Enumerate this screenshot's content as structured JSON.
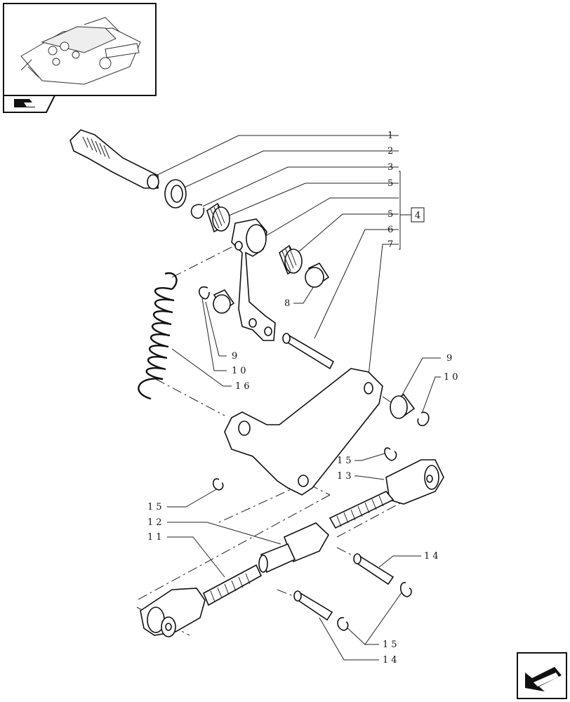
{
  "thumbnail": {
    "icon": "transmission-housing-thumbnail"
  },
  "nav_tab_icon": "book-tab-icon",
  "next_page_icon": "arrow-next-page-icon",
  "assembly_ref": "4",
  "callouts": [
    {
      "id": "c1",
      "text": "1"
    },
    {
      "id": "c2",
      "text": "2"
    },
    {
      "id": "c3",
      "text": "3"
    },
    {
      "id": "c5a",
      "text": "5"
    },
    {
      "id": "c5b",
      "text": "5"
    },
    {
      "id": "c6",
      "text": "6"
    },
    {
      "id": "c7",
      "text": "7"
    },
    {
      "id": "c8",
      "text": "8"
    },
    {
      "id": "c9a",
      "text": "9"
    },
    {
      "id": "c10a",
      "text": "10"
    },
    {
      "id": "c16",
      "text": "16"
    },
    {
      "id": "c9b",
      "text": "9"
    },
    {
      "id": "c10b",
      "text": "10"
    },
    {
      "id": "c15a",
      "text": "15"
    },
    {
      "id": "c13",
      "text": "13"
    },
    {
      "id": "c15b",
      "text": "15"
    },
    {
      "id": "c12",
      "text": "12"
    },
    {
      "id": "c11",
      "text": "11"
    },
    {
      "id": "c14a",
      "text": "14"
    },
    {
      "id": "c15c",
      "text": "15"
    },
    {
      "id": "c14b",
      "text": "14"
    }
  ]
}
